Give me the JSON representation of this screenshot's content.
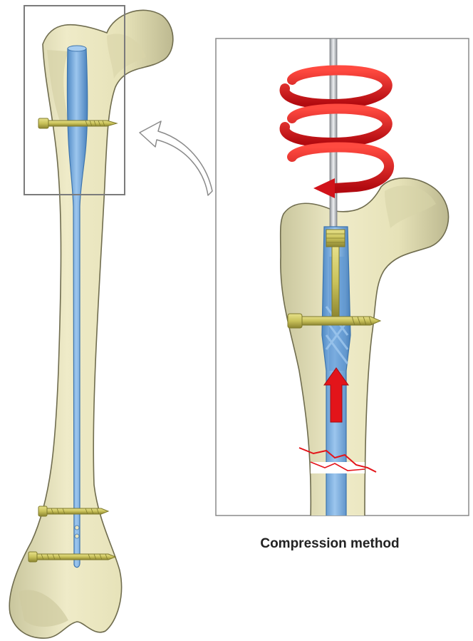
{
  "caption": "Compression method",
  "colors": {
    "bone_fill": "#e9e5bd",
    "bone_shadow": "#b9b68c",
    "bone_outline": "#6f6c4e",
    "nail_fill": "#78aee3",
    "nail_outline": "#3d74ad",
    "screw_fill": "#cdc766",
    "screw_outline": "#7f7a2c",
    "arrow_red": "#e3141a",
    "rod_gray": "#b8bcc0",
    "frame_gray": "#7b7b7b",
    "background": "#ffffff"
  },
  "icons": {
    "full_view": "femur-with-intramedullary-nail",
    "zoom_view": "proximal-femur-compression-detail",
    "rotation": "spiral-rotation-arrow",
    "compression": "upward-compression-arrow",
    "fracture": "fracture-line",
    "pointer": "curved-callout-arrow"
  }
}
